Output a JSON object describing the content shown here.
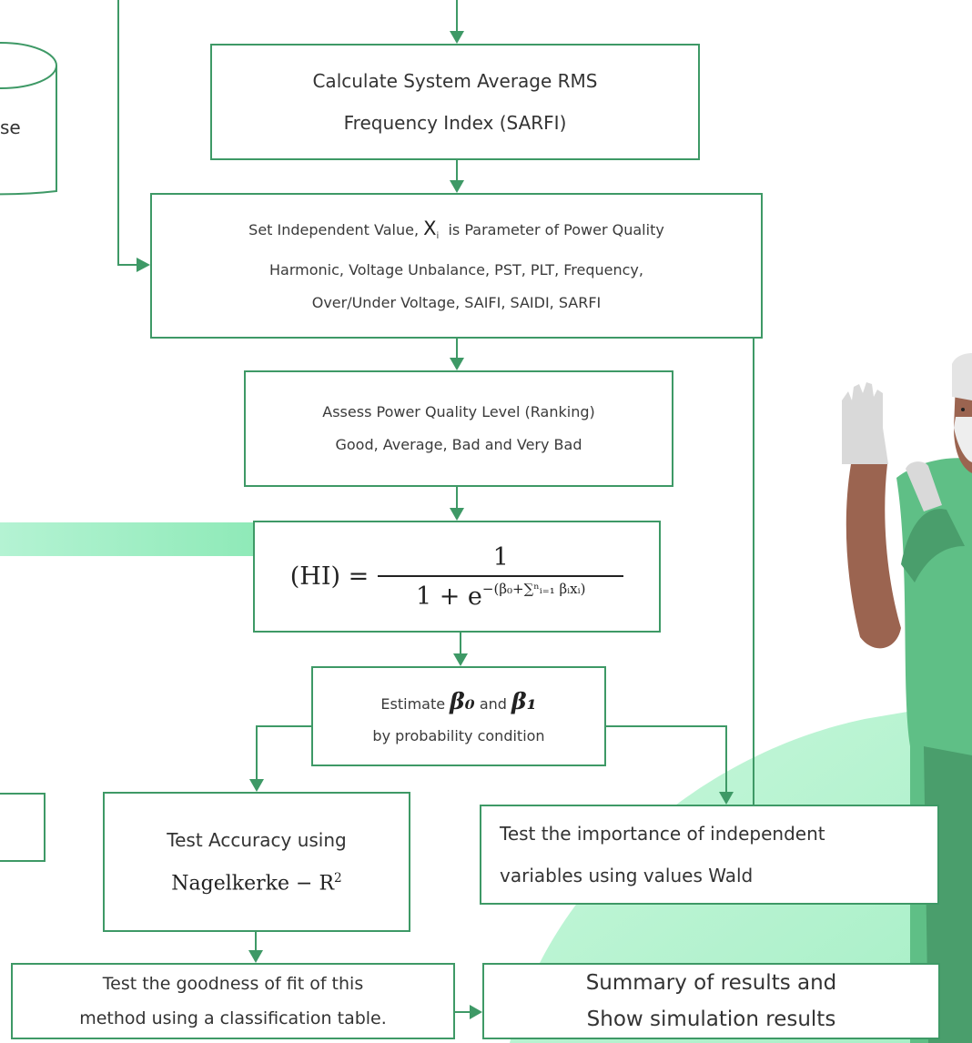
{
  "cylinder_label": "se",
  "boxes": {
    "sarfi": {
      "line1": "Calculate System Average RMS",
      "line2": "Frequency Index (SARFI)"
    },
    "set_independent": {
      "prefix": "Set Independent Value, ",
      "var": "X",
      "sub": "i",
      "suffix": "  is Parameter of Power Quality",
      "line2": "Harmonic, Voltage Unbalance, PST, PLT, Frequency,",
      "line3": "Over/Under Voltage, SAIFI, SAIDI, SARFI"
    },
    "assess": {
      "line1": "Assess Power Quality Level (Ranking)",
      "line2": "Good, Average, Bad and Very Bad"
    },
    "formula": {
      "lhs": "(HI) =",
      "numerator": "1",
      "denominator": "1 + e",
      "exponent": "−(β₀+∑ⁿᵢ₌₁ βᵢxᵢ)"
    },
    "estimate": {
      "label": "Estimate",
      "beta0": "β₀",
      "and": "and",
      "beta1": "β₁",
      "line2": "by probability condition"
    },
    "accuracy": {
      "line1": "Test Accuracy using",
      "line2": "Nagelkerke − R",
      "sup": "2"
    },
    "importance": {
      "line1": "Test the importance of independent",
      "line2": "variables using values Wald"
    },
    "goodness": {
      "line1": "Test the goodness of fit of this",
      "line2": "method using a classification table."
    },
    "summary": {
      "line1": "Summary of results and",
      "line2": "Show simulation results"
    }
  },
  "colors": {
    "border": "#3e9966",
    "arrow": "#3e9966",
    "band": "#8fe8b8",
    "scrub": "#5fbf86",
    "scrub_dark": "#4a9e6c",
    "skin": "#9b6450",
    "glove": "#d9d9d9"
  }
}
